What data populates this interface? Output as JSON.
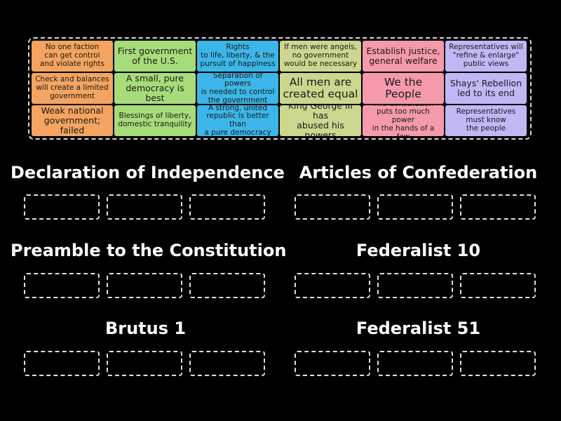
{
  "colors": {
    "orange": "#f4a460",
    "green": "#a7dc7b",
    "blue": "#3cb6e8",
    "olive": "#cdd68f",
    "pink": "#f59aab",
    "purple": "#c0b8f5"
  },
  "cards": [
    {
      "text": "No one faction\ncan get control\nand violate rights",
      "color": "orange",
      "size": "s"
    },
    {
      "text": "First government\nof the U.S.",
      "color": "green",
      "size": "m"
    },
    {
      "text": "Rights\nto life, liberty, & the\npursuit of happiness",
      "color": "blue",
      "size": "s"
    },
    {
      "text": "If men were angels,\nno government\nwould be necessary",
      "color": "olive",
      "size": "s"
    },
    {
      "text": "Establish justice,\ngeneral welfare",
      "color": "pink",
      "size": "m"
    },
    {
      "text": "Representatives will\n\"refine & enlarge\"\npublic views",
      "color": "purple",
      "size": "s"
    },
    {
      "text": "Check and balances\nwill create a limited\ngovernment",
      "color": "orange",
      "size": "s"
    },
    {
      "text": "A small, pure\ndemocracy is best",
      "color": "green",
      "size": "m"
    },
    {
      "text": "Separation of powers\nis needed to control\nthe government",
      "color": "blue",
      "size": "s"
    },
    {
      "text": "All men are\ncreated equal",
      "color": "olive",
      "size": "l"
    },
    {
      "text": "We the\nPeople",
      "color": "pink",
      "size": "l"
    },
    {
      "text": "Shays' Rebellion\nled to its end",
      "color": "purple",
      "size": "m"
    },
    {
      "text": "Weak national\ngovernment; failed",
      "color": "orange",
      "size": "m"
    },
    {
      "text": "Blessings of liberty,\ndomestic tranquility",
      "color": "green",
      "size": "s"
    },
    {
      "text": "A strong, united\nrepublic is better than\na pure democracy",
      "color": "blue",
      "size": "s"
    },
    {
      "text": "King George III has\nabused his powers",
      "color": "olive",
      "size": "m"
    },
    {
      "text": "The Constitution\nputs too much power\nin the hands of a few",
      "color": "pink",
      "size": "s"
    },
    {
      "text": "Representatives\nmust know\nthe people",
      "color": "purple",
      "size": "s"
    }
  ],
  "categories": [
    {
      "title": "Declaration of Independence"
    },
    {
      "title": "Articles of Confederation"
    },
    {
      "title": "Preamble to the Constitution"
    },
    {
      "title": "Federalist 10"
    },
    {
      "title": "Brutus 1"
    },
    {
      "title": "Federalist 51"
    }
  ]
}
